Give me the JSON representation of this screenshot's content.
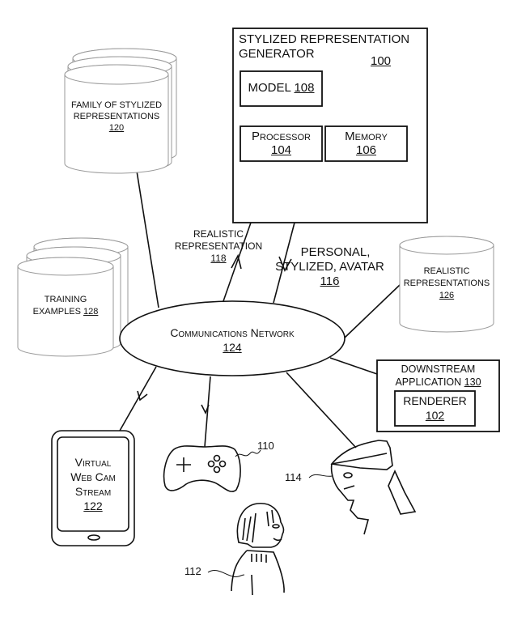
{
  "generator": {
    "title_line1": "STYLIZED REPRESENTATION",
    "title_line2": "GENERATOR",
    "ref": "100",
    "model": {
      "label": "MODEL",
      "ref": "108"
    },
    "processor": {
      "label": "Processor",
      "ref": "104"
    },
    "memory": {
      "label": "Memory",
      "ref": "106"
    }
  },
  "family_db": {
    "line1": "FAMILY OF STYLIZED",
    "line2": "REPRESENTATIONS",
    "ref": "120"
  },
  "training_db": {
    "line1": "TRAINING",
    "line2": "EXAMPLES",
    "ref": "128"
  },
  "realistic_db": {
    "line1": "REALISTIC",
    "line2": "REPRESENTATIONS",
    "ref": "126"
  },
  "edge_realistic": {
    "line1": "REALISTIC",
    "line2": "REPRESENTATION",
    "ref": "118"
  },
  "edge_avatar": {
    "line1": "PERSONAL,",
    "line2": "STYLIZED, AVATAR",
    "ref": "116"
  },
  "network": {
    "label": "Communications Network",
    "ref": "124"
  },
  "downstream": {
    "line1": "DOWNSTREAM",
    "line2": "APPLICATION",
    "ref": "130",
    "renderer": {
      "label": "RENDERER",
      "ref": "102"
    }
  },
  "tablet": {
    "line1": "Virtual",
    "line2": "Web Cam",
    "line3": "Stream",
    "ref": "122"
  },
  "gamepad": {
    "ref": "110"
  },
  "vr_user": {
    "ref": "114"
  },
  "person": {
    "ref": "112"
  }
}
